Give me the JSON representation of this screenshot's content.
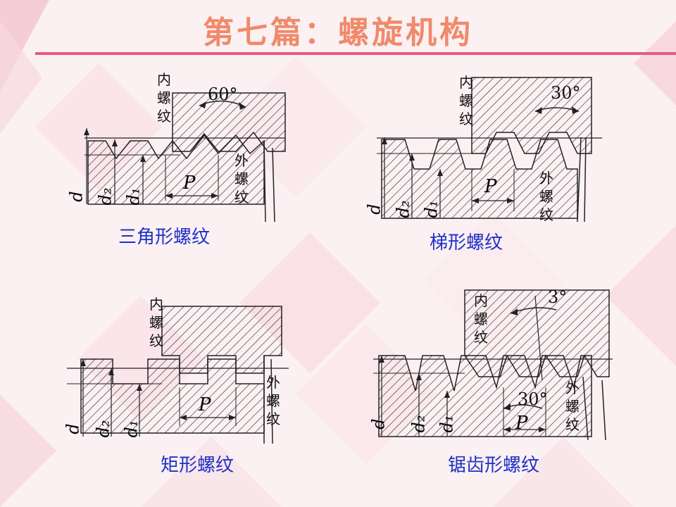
{
  "slide": {
    "title": "第七篇：螺旋机构"
  },
  "panels": [
    {
      "caption": "三角形螺纹",
      "angle": "60°",
      "internal_label": [
        "内",
        "螺",
        "纹"
      ],
      "external_label": [
        "外",
        "螺",
        "纹"
      ],
      "dims": [
        "d",
        "d₂",
        "d₁",
        "P"
      ]
    },
    {
      "caption": "梯形螺纹",
      "angle": "30°",
      "internal_label": [
        "内",
        "螺",
        "纹"
      ],
      "external_label": [
        "外",
        "螺",
        "纹"
      ],
      "dims": [
        "d",
        "d₂",
        "d₁",
        "P"
      ]
    },
    {
      "caption": "矩形螺纹",
      "internal_label": [
        "内",
        "螺",
        "纹"
      ],
      "external_label": [
        "外",
        "螺",
        "纹"
      ],
      "dims": [
        "d",
        "d₂",
        "d₁",
        "P"
      ]
    },
    {
      "caption": "锯齿形螺纹",
      "angle_top": "3°",
      "angle_bottom": "30°",
      "internal_label": [
        "内",
        "螺",
        "纹"
      ],
      "external_label": [
        "外",
        "螺",
        "纹"
      ],
      "dims": [
        "d",
        "d₂",
        "d₁",
        "P"
      ]
    }
  ],
  "colors": {
    "title": "#f08a6a",
    "rule": "#e9597e",
    "caption": "#2030c8",
    "ink": "#1a1a1a"
  }
}
